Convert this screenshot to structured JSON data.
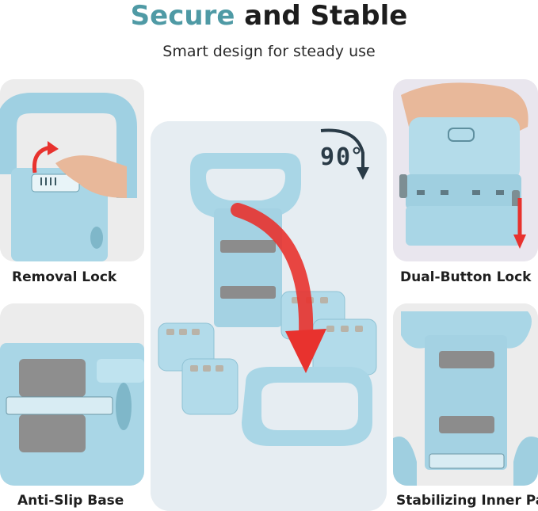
{
  "heading": {
    "accent": "Secure",
    "rest": "and Stable"
  },
  "subheading": "Smart design for steady use",
  "rotation_label": "90",
  "captions": {
    "top_left": "Removal Lock",
    "top_right": "Dual-Button Lock",
    "bottom_left": "Anti-Slip Base",
    "bottom_right": "Stabilizing Inner Pad"
  },
  "colors": {
    "accent": "#4f9aa5",
    "product": "#a9d6e6",
    "arrow": "#e8322e"
  }
}
